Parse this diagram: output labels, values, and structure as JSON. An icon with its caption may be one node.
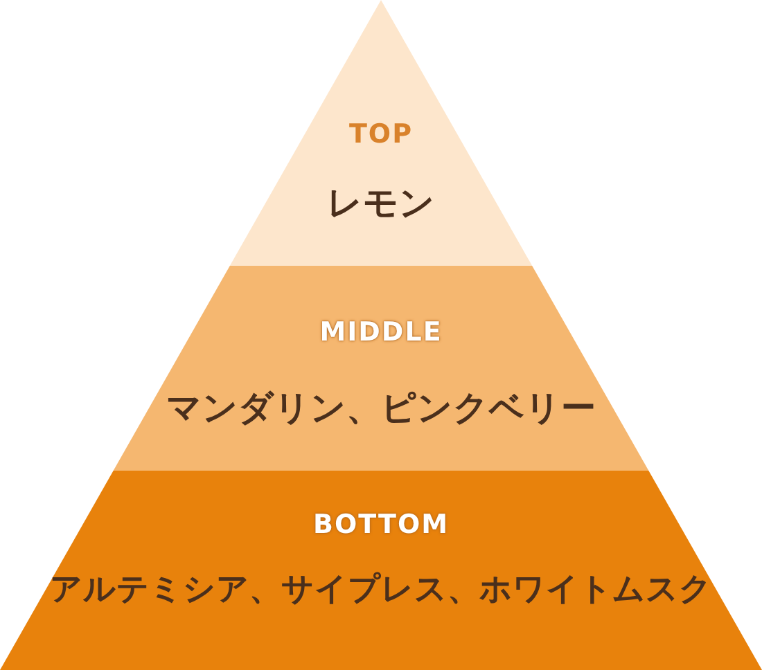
{
  "diagram": {
    "nodes": [
      {
        "text": [
          "TOP",
          "レモン"
        ]
      },
      {
        "text": [
          "MIDDLE",
          "マンダリン、ピンクベリー"
        ]
      },
      {
        "text": [
          "BOTTOM",
          "アルテミシア、サイプレス、ホワイトムスク"
        ]
      }
    ]
  }
}
